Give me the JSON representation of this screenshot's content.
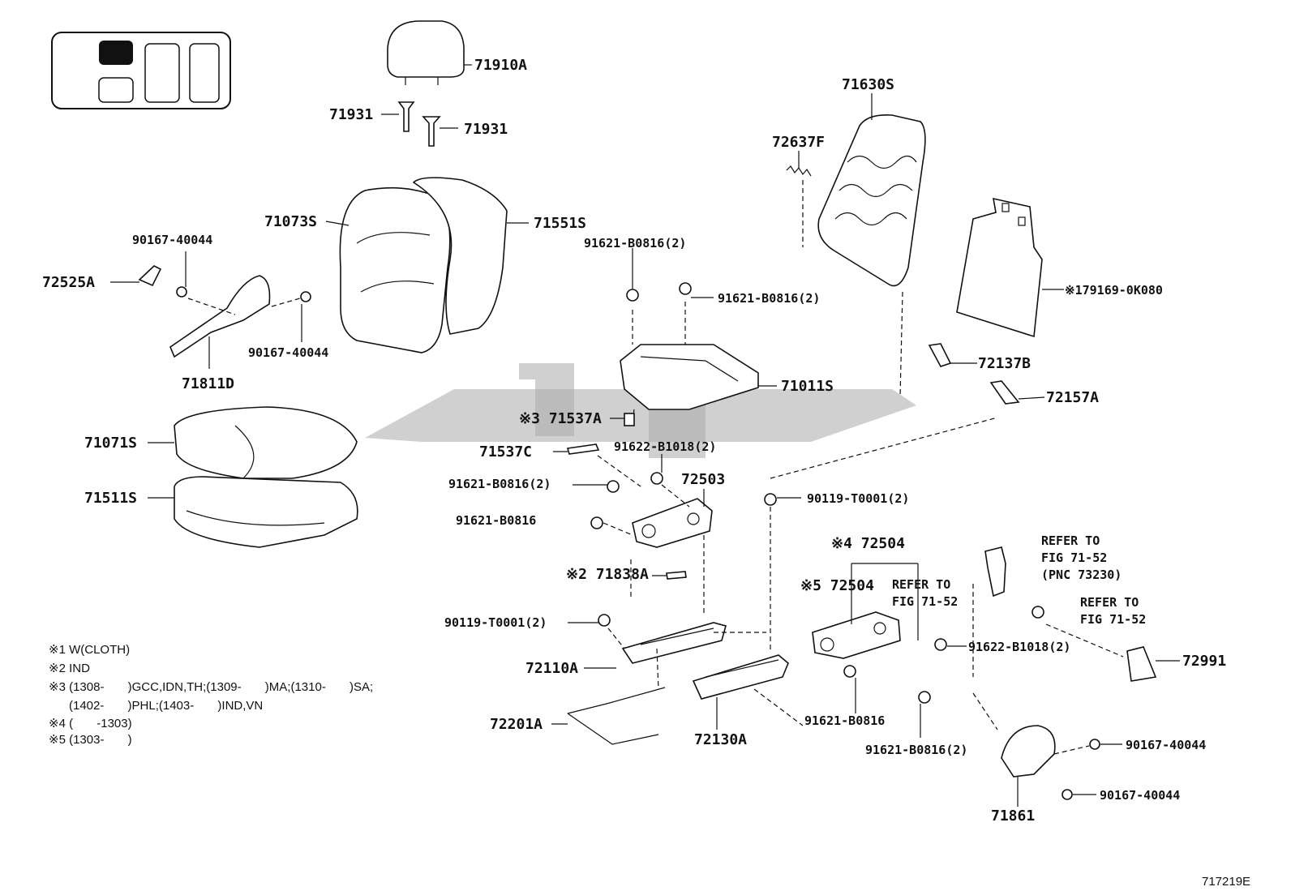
{
  "diagram_id": "717219E",
  "labels": {
    "p71910A": "71910A",
    "p71931_a": "71931",
    "p71931_b": "71931",
    "p71073S": "71073S",
    "p71551S": "71551S",
    "p90167_a": "90167-40044",
    "p72525A": "72525A",
    "p90167_b": "90167-40044",
    "p71811D": "71811D",
    "p71071S": "71071S",
    "p71511S": "71511S",
    "p71630S": "71630S",
    "p72637F": "72637F",
    "p91621_a": "91621-B0816(2)",
    "p91621_b": "91621-B0816(2)",
    "p79169": "※179169-0K080",
    "p72137B": "72137B",
    "p71011S": "71011S",
    "p72157A": "72157A",
    "p71537A": "※3 71537A",
    "p71537C": "71537C",
    "p91622_a": "91622-B1018(2)",
    "p91621_c": "91621-B0816(2)",
    "p72503": "72503",
    "p91621_d": "91621-B0816",
    "p90119_a": "90119-T0001(2)",
    "p72504_a": "※4 72504",
    "p72504_b": "※5 72504",
    "p71838A": "※2 71838A",
    "p90119_b": "90119-T0001(2)",
    "p72110A": "72110A",
    "p72201A": "72201A",
    "p72130A": "72130A",
    "p91621_e": "91621-B0816",
    "p91621_f": "91621-B0816(2)",
    "p91622_b": "91622-B1018(2)",
    "p72991": "72991",
    "p90167_c": "90167-40044",
    "p90167_d": "90167-40044",
    "p71861": "71861"
  },
  "refer_a": [
    "REFER TO",
    "FIG 71-52",
    "(PNC 73230)"
  ],
  "refer_b": [
    "REFER TO",
    "FIG 71-52"
  ],
  "refer_c": [
    "REFER TO",
    "FIG 71-52"
  ],
  "notes": [
    "※1 W(CLOTH)",
    "※2 IND",
    "※3 (1308-       )GCC,IDN,TH;(1309-       )MA;(1310-       )SA;",
    "      (1402-       )PHL;(1403-       )IND,VN",
    "※4 (       -1303)",
    "※5 (1303-       )"
  ]
}
